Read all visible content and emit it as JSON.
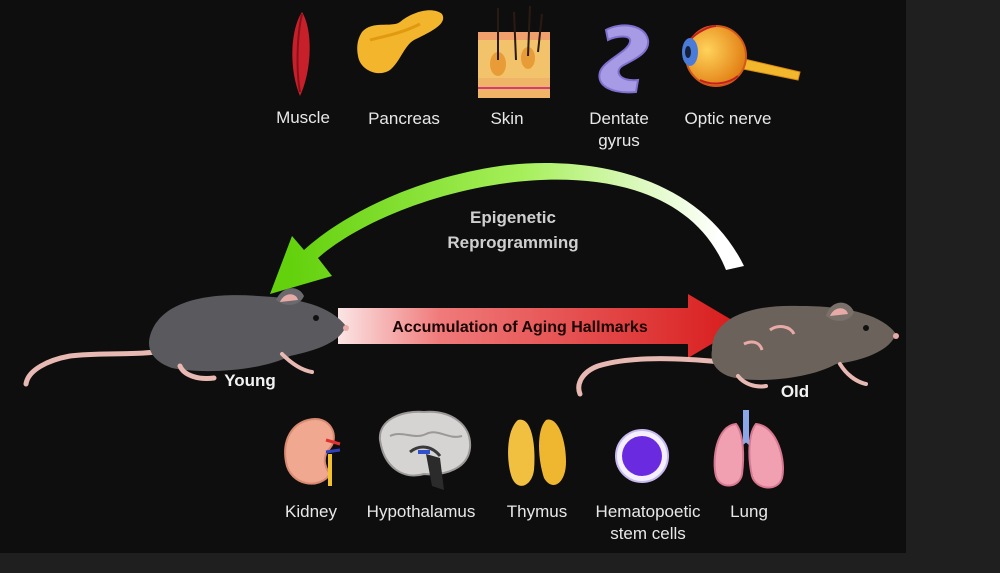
{
  "top_organs": [
    {
      "label": "Muscle",
      "icon": "muscle-icon"
    },
    {
      "label": "Pancreas",
      "icon": "pancreas-icon"
    },
    {
      "label": "Skin",
      "icon": "skin-icon"
    },
    {
      "label": "Dentate\ngyrus",
      "icon": "dentate-gyrus-icon"
    },
    {
      "label": "Optic nerve",
      "icon": "optic-nerve-eye-icon"
    }
  ],
  "bottom_organs": [
    {
      "label": "Kidney",
      "icon": "kidney-icon"
    },
    {
      "label": "Hypothalamus",
      "icon": "brain-icon"
    },
    {
      "label": "Thymus",
      "icon": "thymus-icon"
    },
    {
      "label": "Hematopoetic\nstem cells",
      "icon": "stem-cell-icon"
    },
    {
      "label": "Lung",
      "icon": "lung-icon"
    }
  ],
  "arrows": {
    "reprogramming": "Epigenetic\nReprogramming",
    "aging": "Accumulation of Aging Hallmarks"
  },
  "mice": {
    "young": "Young",
    "old": "Old"
  },
  "colors": {
    "reprogramming_arrow": "#7bd616",
    "aging_arrow": "#e02020",
    "young_mouse": "#5a5a5e",
    "old_mouse": "#6b625b",
    "tail": "#e8b9b3"
  }
}
